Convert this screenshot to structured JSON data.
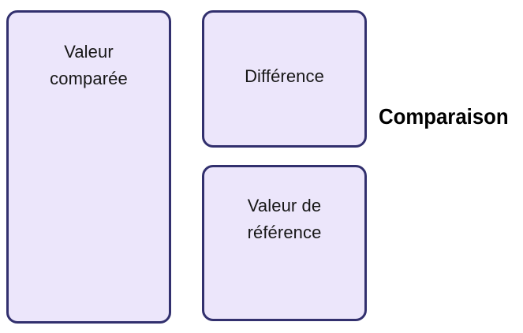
{
  "diagram": {
    "title": "Comparaison",
    "background_color": "#ffffff",
    "node_fill_color": "#ece6fb",
    "node_border_color": "#32306e",
    "node_text_color": "#171717",
    "caption_text_color": "#000000",
    "nodes": [
      {
        "id": "compared-value",
        "label": "Valeur\ncomparée",
        "line1": "Valeur",
        "line2": "comparée"
      },
      {
        "id": "difference",
        "label": "Différence",
        "line1": "Différence",
        "line2": ""
      },
      {
        "id": "reference-value",
        "label": "Valeur de\nréférence",
        "line1": "Valeur de",
        "line2": "référence"
      }
    ],
    "caption": {
      "text": "Comparaison"
    }
  }
}
